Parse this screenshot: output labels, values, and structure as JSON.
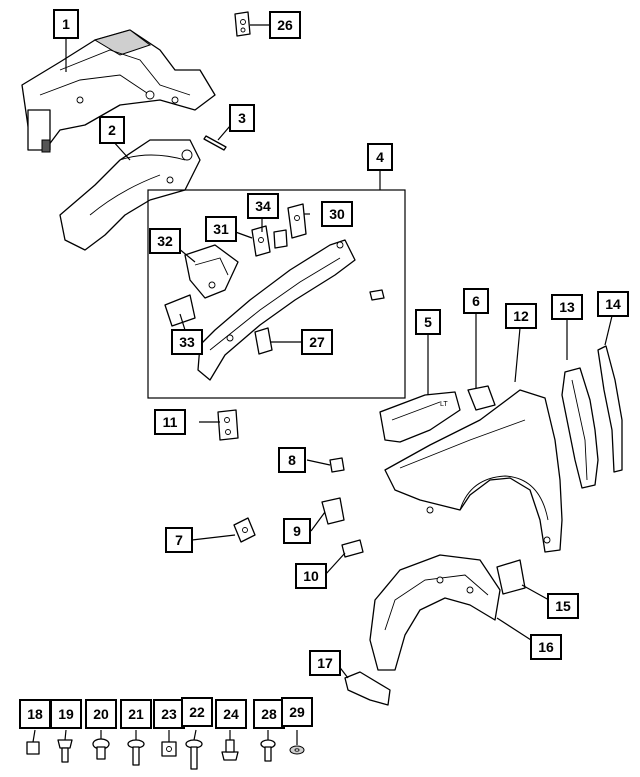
{
  "callouts": {
    "c1": "1",
    "c2": "2",
    "c3": "3",
    "c4": "4",
    "c5": "5",
    "c6": "6",
    "c7": "7",
    "c8": "8",
    "c9": "9",
    "c10": "10",
    "c11": "11",
    "c12": "12",
    "c13": "13",
    "c14": "14",
    "c15": "15",
    "c16": "16",
    "c17": "17",
    "c18": "18",
    "c19": "19",
    "c20": "20",
    "c21": "21",
    "c22": "22",
    "c23": "23",
    "c24": "24",
    "c26": "26",
    "c27": "27",
    "c28": "28",
    "c29": "29",
    "c30": "30",
    "c31": "31",
    "c32": "32",
    "c33": "33",
    "c34": "34"
  }
}
